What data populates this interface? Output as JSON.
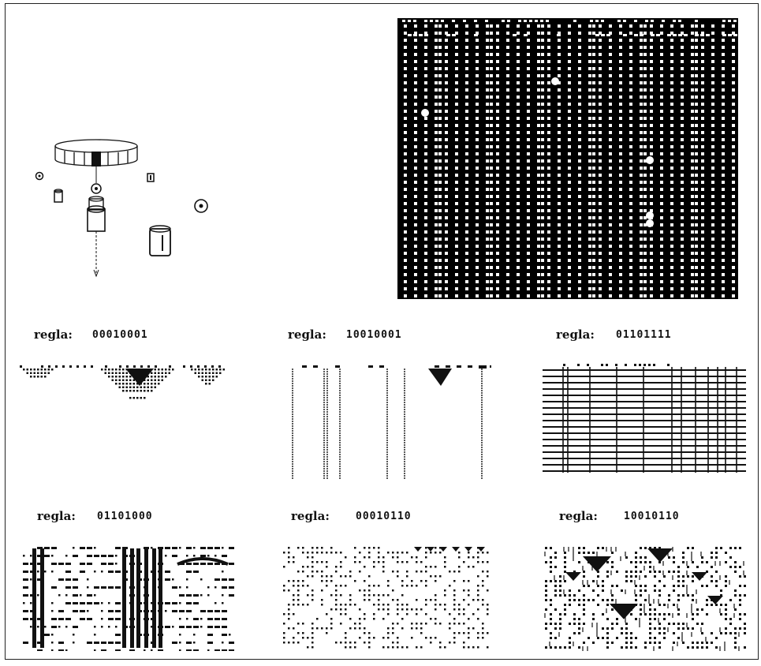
{
  "figure": {
    "rule_word": "regla:",
    "panels": [
      {
        "rule": "00010001",
        "style": "triangles"
      },
      {
        "rule": "10010001",
        "style": "lines"
      },
      {
        "rule": "01101111",
        "style": "ladder"
      },
      {
        "rule": "01101000",
        "style": "bars"
      },
      {
        "rule": "00010110",
        "style": "sierpinski"
      },
      {
        "rule": "10010110",
        "style": "chaotic"
      }
    ]
  },
  "colors": {
    "ink": "#111111",
    "paper": "#ffffff",
    "screen": "#000000",
    "dot": "#ffffff"
  }
}
